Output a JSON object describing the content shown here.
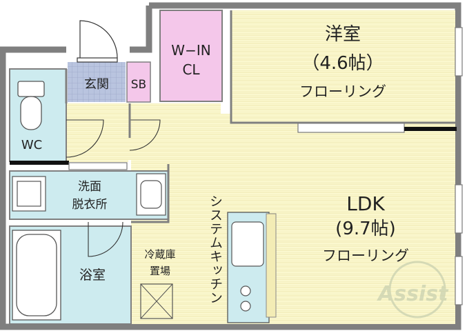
{
  "colors": {
    "floor_wood": "#fbf8cf",
    "floor_grid": "#e6df9a",
    "entrance_tile": "#b9c4df",
    "sb_closet": "#f4c7ea",
    "walkin_closet": "#f4c7ea",
    "wet_area": "#cdebef",
    "wall": "#7f7f7f",
    "logo": "#b9c4a8"
  },
  "rooms": {
    "western": {
      "name": "洋室",
      "size": "（4.6帖）",
      "floor": "フローリング"
    },
    "ldk": {
      "name": "LDK",
      "size": "(9.7帖)",
      "floor": "フローリング"
    },
    "walkin_closet": {
      "line1": "W−IN",
      "line2": "CL"
    },
    "entrance": "玄関",
    "shoe_box": "SB",
    "toilet": "WC",
    "washroom": {
      "line1": "洗面",
      "line2": "脱衣所"
    },
    "bath": "浴室",
    "fridge": {
      "line1": "冷蔵庫",
      "line2": "置場"
    },
    "kitchen": "システムキッチン"
  },
  "watermark": "Assist"
}
